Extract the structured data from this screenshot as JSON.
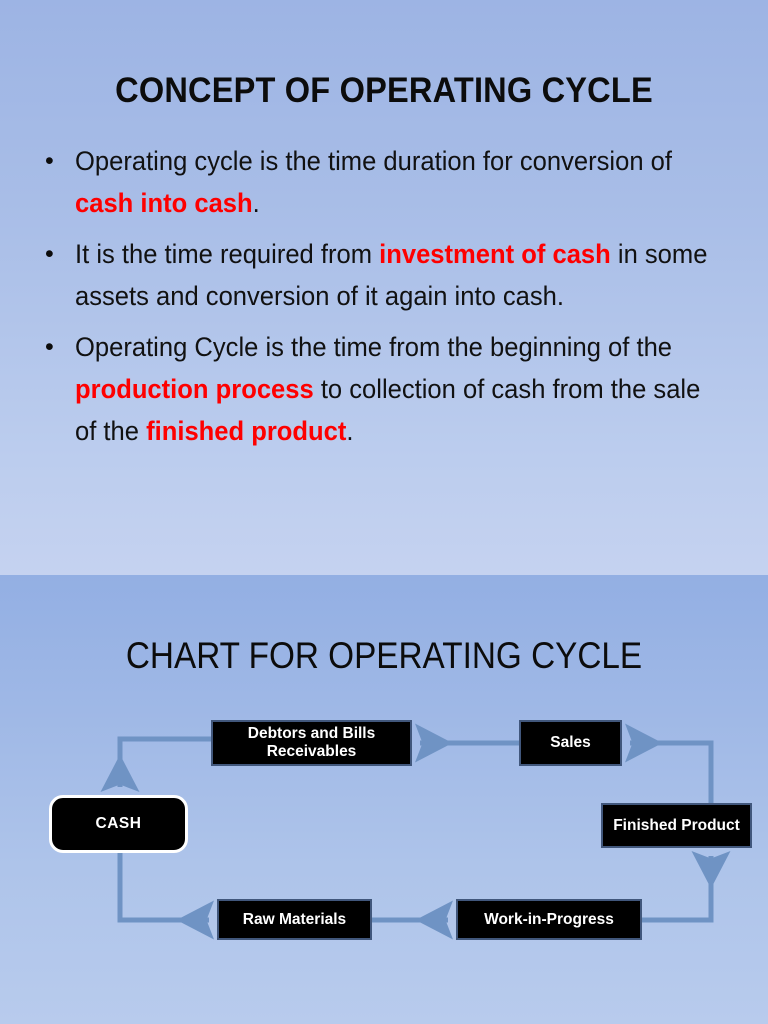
{
  "slide1": {
    "title": "CONCEPT OF OPERATING CYCLE",
    "bullet_marker": "•",
    "bullets": [
      {
        "parts": [
          {
            "text": "Operating cycle is the time duration for conversion of ",
            "highlight": false
          },
          {
            "text": "cash into cash",
            "highlight": true
          },
          {
            "text": ".",
            "highlight": false
          }
        ]
      },
      {
        "parts": [
          {
            "text": "It is the time required from ",
            "highlight": false
          },
          {
            "text": "investment of cash",
            "highlight": true
          },
          {
            "text": " in some assets and conversion of it again into cash.",
            "highlight": false
          }
        ]
      },
      {
        "parts": [
          {
            "text": "Operating Cycle is the time from the beginning of the ",
            "highlight": false
          },
          {
            "text": "production process",
            "highlight": true
          },
          {
            "text": " to collection of cash from the sale of the ",
            "highlight": false
          },
          {
            "text": "finished product",
            "highlight": true
          },
          {
            "text": ".",
            "highlight": false
          }
        ]
      }
    ]
  },
  "slide2": {
    "title": "CHART FOR OPERATING CYCLE",
    "diagram": {
      "nodes": [
        {
          "id": "debtors",
          "label": "Debtors and Bills Receivables"
        },
        {
          "id": "sales",
          "label": "Sales"
        },
        {
          "id": "cash",
          "label": "CASH"
        },
        {
          "id": "finished",
          "label": "Finished Product"
        },
        {
          "id": "raw",
          "label": "Raw Materials"
        },
        {
          "id": "wip",
          "label": "Work-in-Progress"
        }
      ],
      "edges": [
        {
          "from": "sales",
          "to": "debtors",
          "direction": "left"
        },
        {
          "from": "debtors",
          "to": "cash",
          "direction": "down"
        },
        {
          "from": "cash",
          "to": "raw",
          "direction": "right"
        },
        {
          "from": "raw",
          "to": "wip",
          "direction": "right"
        },
        {
          "from": "wip",
          "to": "finished",
          "direction": "up"
        },
        {
          "from": "finished",
          "to": "sales",
          "direction": "left"
        }
      ]
    }
  },
  "colors": {
    "highlight": "#fe0000",
    "node_fill": "#000000",
    "node_text": "#ffffff",
    "connector": "#6f93c4",
    "slide1_bg_top": "#9db4e4",
    "slide1_bg_bottom": "#c5d2f0",
    "slide2_bg_top": "#93afe3",
    "slide2_bg_bottom": "#b8cbed"
  }
}
